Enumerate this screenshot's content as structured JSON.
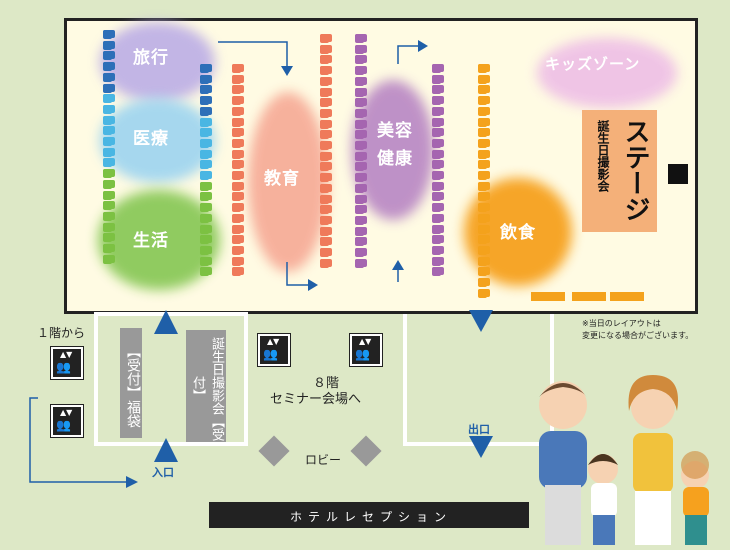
{
  "zones": {
    "travel": "旅行",
    "medical": "医療",
    "life": "生活",
    "education": "教育",
    "beauty": "美容",
    "health": "健康",
    "food": "飲食",
    "kids": "キッズゾーン",
    "stage": "ステージ",
    "birthday_photo": "誕生日撮影会"
  },
  "lobby": {
    "from_first_floor": "１階から",
    "reception_bag": "【受付】福袋",
    "reception_photo": "誕生日撮影会【受付】",
    "eighth_floor": "８階",
    "seminar": "セミナー会場へ",
    "entrance": "入口",
    "exit": "出口",
    "lobby": "ロビー",
    "hotel_reception": "ホテルレセプション"
  },
  "note": {
    "line1": "※当日のレイアウトは",
    "line2": "変更になる場合がございます。"
  },
  "colors": {
    "travel": "#2d6fb8",
    "medical": "#49b6e3",
    "life": "#7cc142",
    "education": "#ef7a5a",
    "beauty": "#a565b0",
    "food": "#f4a21c",
    "kids": "#e4a6d8",
    "stage": "#f4b079",
    "arrow": "#1f5fa8"
  },
  "icons": [
    "elevator-icon",
    "arrow-icon",
    "table-icon"
  ]
}
